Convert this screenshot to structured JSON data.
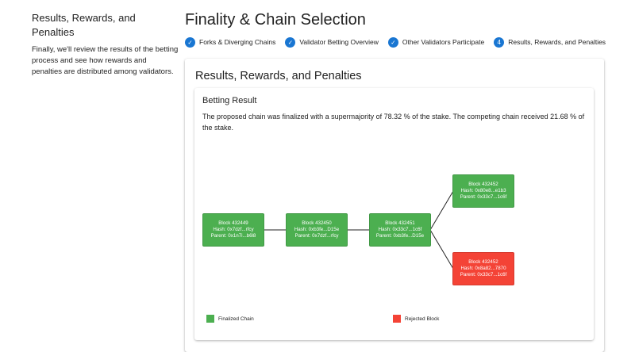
{
  "sidebar": {
    "title": "Results, Rewards, and Penalties",
    "description": "Finally, we'll review the results of the betting process and see how rewards and penalties are distributed among validators."
  },
  "header": {
    "title": "Finality & Chain Selection"
  },
  "stepper": {
    "steps": [
      {
        "label": "Forks & Diverging Chains",
        "status": "completed",
        "icon": "check-icon"
      },
      {
        "label": "Validator Betting Overview",
        "status": "completed",
        "icon": "check-icon"
      },
      {
        "label": "Other Validators Participate",
        "status": "completed",
        "icon": "check-icon"
      },
      {
        "label": "Results, Rewards, and Penalties",
        "status": "active",
        "number": "4"
      }
    ]
  },
  "card": {
    "title": "Results, Rewards, and Penalties"
  },
  "result": {
    "title": "Betting Result",
    "text": "The proposed chain was finalized with a supermajority of 78.32 % of the stake. The competing chain received 21.68 % of the stake."
  },
  "blocks": [
    {
      "name": "Block 432449",
      "hash": "Hash: 0x7dzf...rfcy",
      "parent": "Parent: 0x1n7i...b6l8",
      "status": "finalized"
    },
    {
      "name": "Block 432450",
      "hash": "Hash: 0xb3fe...D15e",
      "parent": "Parent: 0x7dzf...rfcy",
      "status": "finalized"
    },
    {
      "name": "Block 432451",
      "hash": "Hash: 0x33c7...1c6f",
      "parent": "Parent: 0xb3fe...D15e",
      "status": "finalized"
    },
    {
      "name": "Block 432452",
      "hash": "Hash: 0x80e8...e1b3",
      "parent": "Parent: 0x33c7...1c6f",
      "status": "finalized"
    },
    {
      "name": "Block 432452",
      "hash": "Hash: 0x8a82...7870",
      "parent": "Parent: 0x33c7...1c6f",
      "status": "rejected"
    }
  ],
  "legend": [
    {
      "label": "Finalized Chain",
      "color": "#4caf50"
    },
    {
      "label": "Rejected Block",
      "color": "#f44336"
    }
  ],
  "colors": {
    "accent": "#1976d2",
    "finalized": "#4caf50",
    "rejected": "#f44336"
  }
}
